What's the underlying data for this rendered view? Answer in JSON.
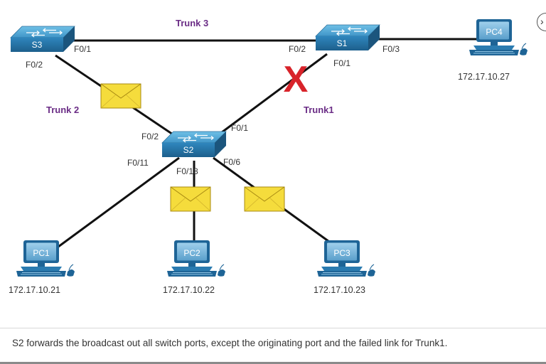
{
  "switches": {
    "s1": {
      "name": "S1"
    },
    "s2": {
      "name": "S2"
    },
    "s3": {
      "name": "S3"
    }
  },
  "ports": {
    "s3_f01": "F0/1",
    "s3_f02": "F0/2",
    "s1_f02": "F0/2",
    "s1_f01": "F0/1",
    "s1_f03": "F0/3",
    "s2_f02": "F0/2",
    "s2_f01": "F0/1",
    "s2_f011": "F0/11",
    "s2_f018": "F0/18",
    "s2_f06": "F0/6"
  },
  "trunks": {
    "trunk1": "Trunk1",
    "trunk2": "Trunk 2",
    "trunk3": "Trunk 3"
  },
  "pcs": {
    "pc1": {
      "name": "PC1",
      "ip": "172.17.10.21"
    },
    "pc2": {
      "name": "PC2",
      "ip": "172.17.10.22"
    },
    "pc3": {
      "name": "PC3",
      "ip": "172.17.10.23"
    },
    "pc4": {
      "name": "PC4",
      "ip": "172.17.10.27"
    }
  },
  "failed_link_mark": "X",
  "caption": "S2 forwards the broadcast out all switch ports, except the originating port and the failed link for Trunk1.",
  "colors": {
    "trunk_label": "#6b2d86",
    "switch_body": "#2a7bb0",
    "switch_top": "#5aaed8",
    "pc_screen": "#7fb9dc",
    "failed_link": "#d8232a",
    "envelope": "#f5dc3c"
  }
}
